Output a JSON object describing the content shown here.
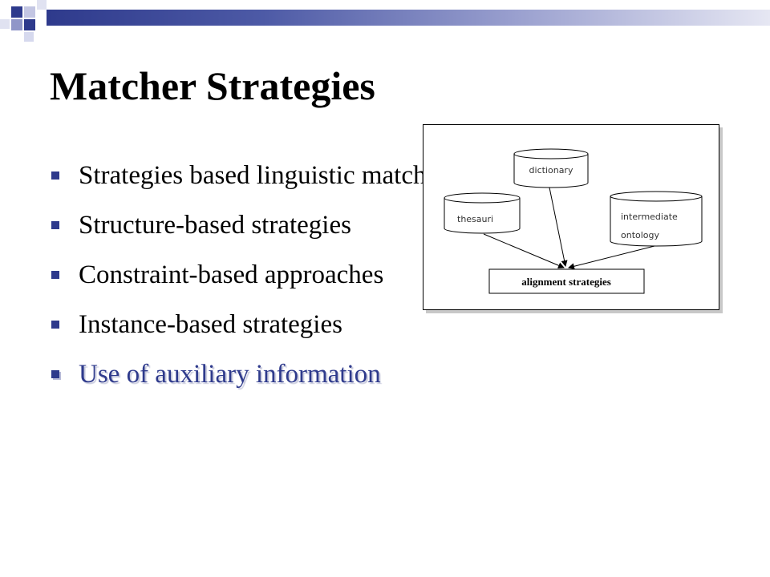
{
  "slide": {
    "title": "Matcher Strategies",
    "bullets": [
      {
        "text": "Strategies based linguistic matching"
      },
      {
        "text": "Structure-based strategies"
      },
      {
        "text": "Constraint-based approaches"
      },
      {
        "text": "Instance-based strategies"
      },
      {
        "text": "Use of auxiliary information",
        "highlighted": true
      }
    ]
  },
  "diagram": {
    "nodes": {
      "dictionary": "dictionary",
      "thesauri": "thesauri",
      "ontology_line1": "intermediate",
      "ontology_line2": "ontology",
      "target": "alignment strategies"
    }
  },
  "colors": {
    "accent": "#2e3a8c",
    "highlight_text": "#2e3a8c",
    "text": "#000000",
    "background": "#ffffff"
  }
}
